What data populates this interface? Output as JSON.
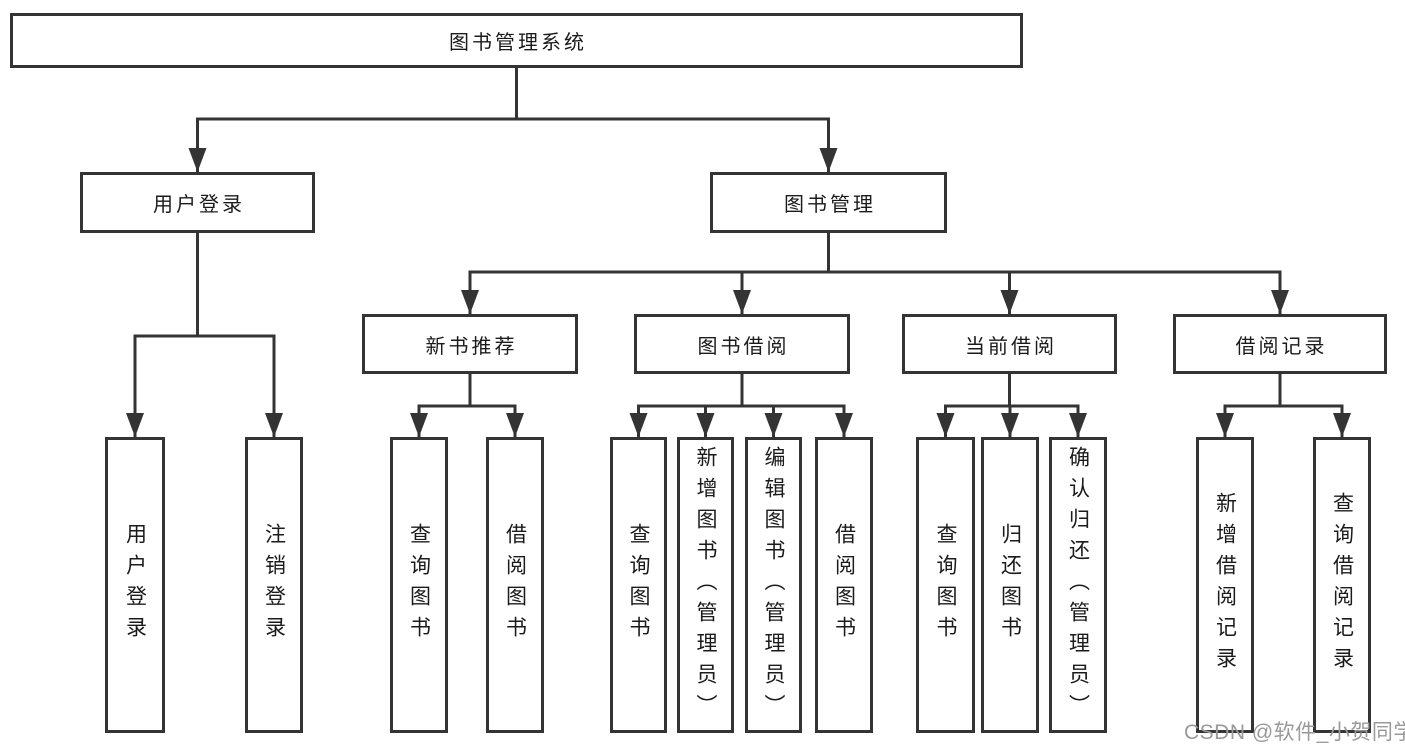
{
  "tree": {
    "root": "图书管理系统",
    "children": [
      {
        "label": "用户登录",
        "children": [
          {
            "label": "用户登录"
          },
          {
            "label": "注销登录"
          }
        ]
      },
      {
        "label": "图书管理",
        "children": [
          {
            "label": "新书推荐",
            "children": [
              {
                "label": "查询图书"
              },
              {
                "label": "借阅图书"
              }
            ]
          },
          {
            "label": "图书借阅",
            "children": [
              {
                "label": "查询图书"
              },
              {
                "label": "新增图书（管理员）"
              },
              {
                "label": "编辑图书（管理员）"
              },
              {
                "label": "借阅图书"
              }
            ]
          },
          {
            "label": "当前借阅",
            "children": [
              {
                "label": "查询图书"
              },
              {
                "label": "归还图书"
              },
              {
                "label": "确认归还（管理员）"
              }
            ]
          },
          {
            "label": "借阅记录",
            "children": [
              {
                "label": "新增借阅记录"
              },
              {
                "label": "查询借阅记录"
              }
            ]
          }
        ]
      }
    ]
  },
  "watermark": {
    "text": "CSDN @软件_小贺同学"
  },
  "colors": {
    "line": "#343434",
    "box_border": "#343434",
    "box_background": "#ffffff",
    "text": "#1b1b1b",
    "watermark": "#9a9a9a"
  }
}
